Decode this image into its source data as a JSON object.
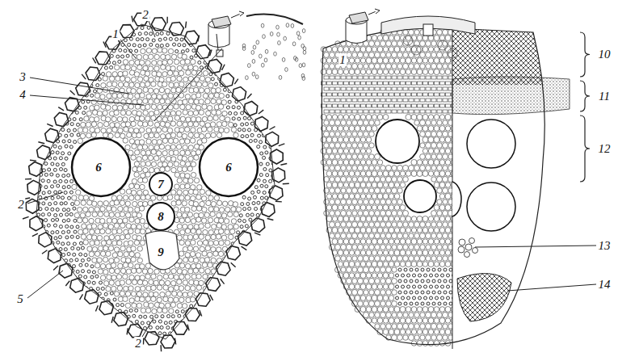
{
  "diagram": {
    "labels": [
      "1",
      "2",
      "3",
      "4",
      "6",
      "6",
      "7",
      "8",
      "2",
      "9",
      "5",
      "2",
      "1",
      "10",
      "11",
      "12",
      "13",
      "14"
    ]
  }
}
